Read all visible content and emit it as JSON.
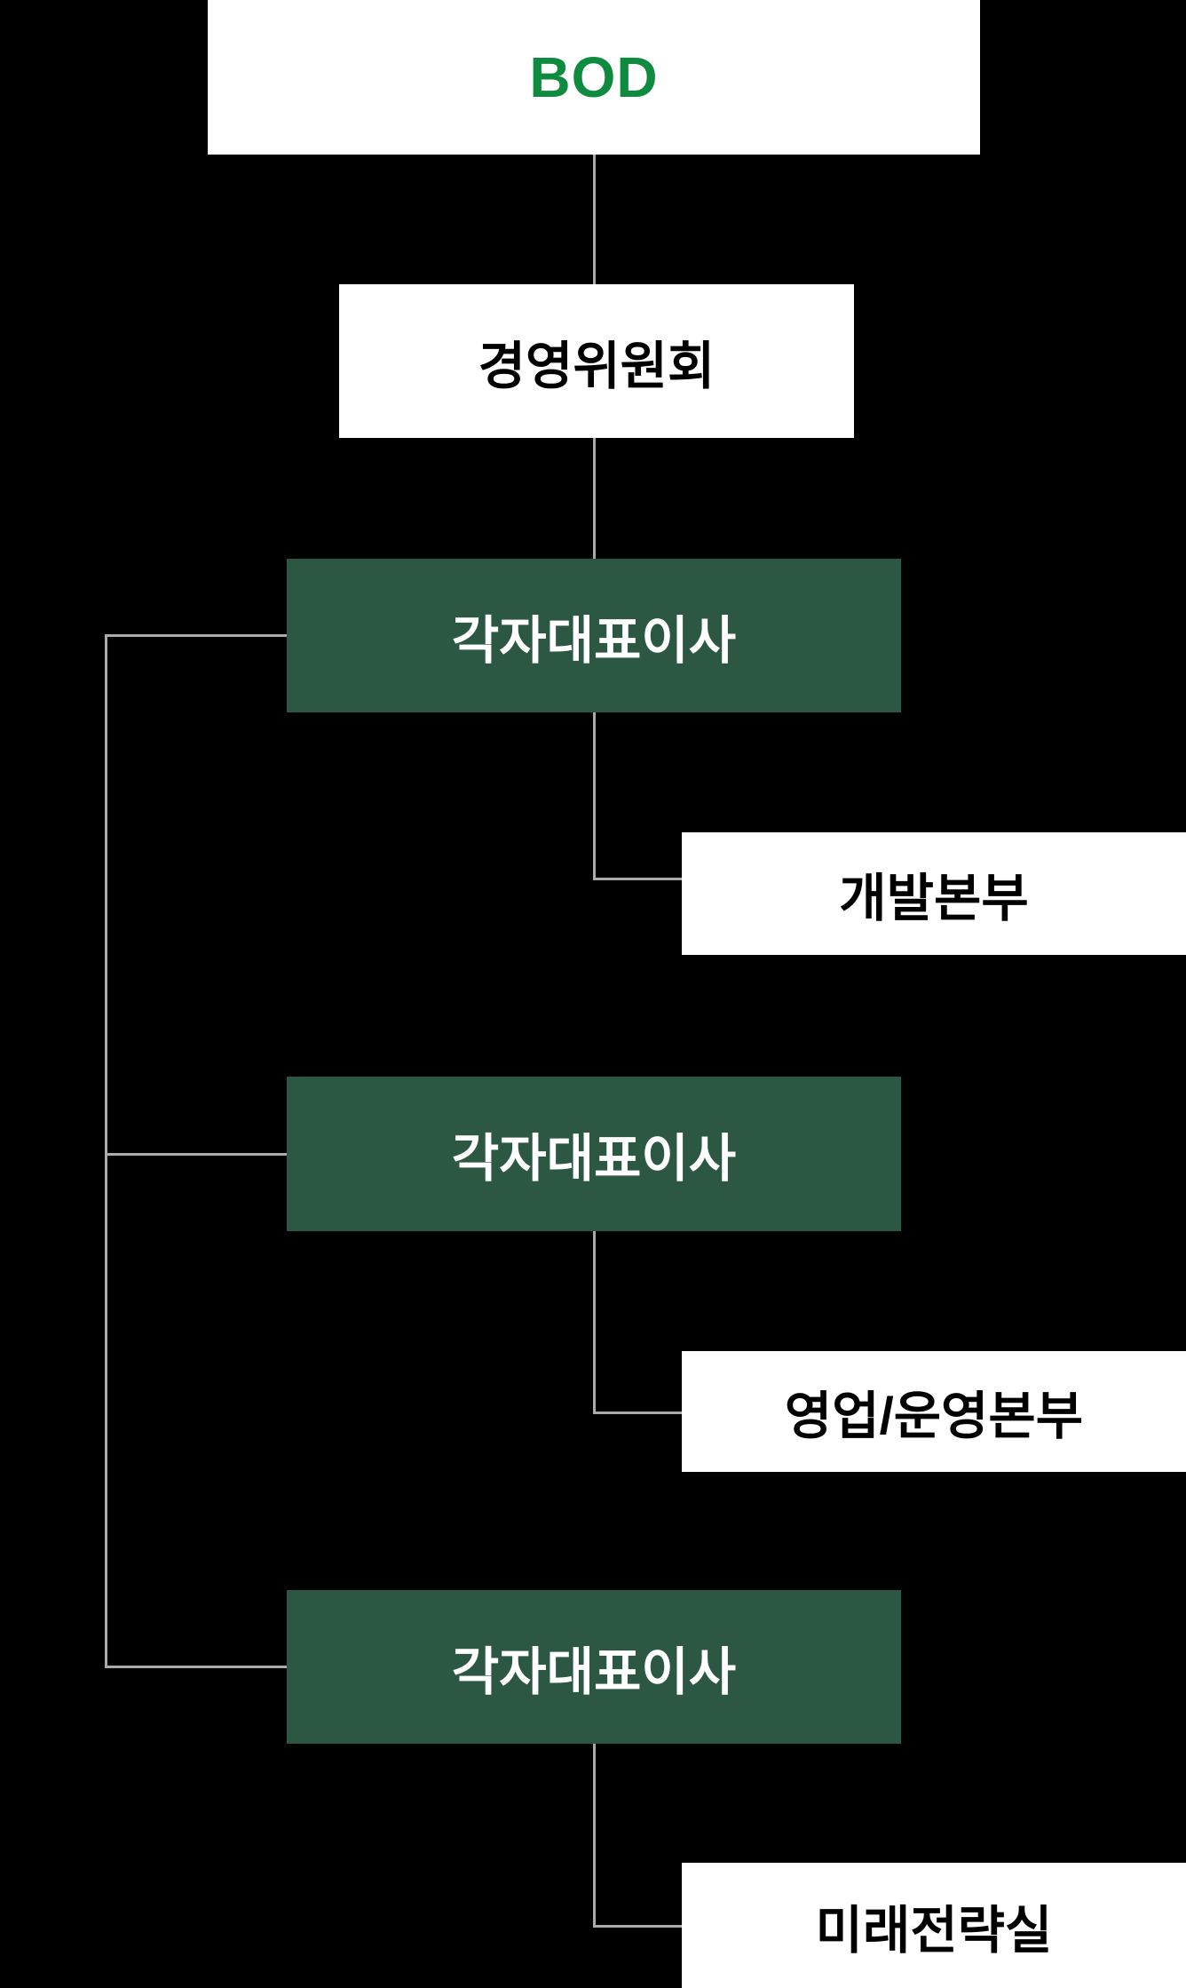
{
  "diagram": {
    "type": "org-chart",
    "nodes": {
      "bod": {
        "label": "BOD"
      },
      "management_committee": {
        "label": "경영위원회"
      },
      "co_ceo_1": {
        "label": "각자대표이사"
      },
      "co_ceo_2": {
        "label": "각자대표이사"
      },
      "co_ceo_3": {
        "label": "각자대표이사"
      },
      "development_division": {
        "label": "개발본부"
      },
      "sales_operations_division": {
        "label": "영업/운영본부"
      },
      "future_strategy_office": {
        "label": "미래전략실"
      }
    },
    "colors": {
      "background": "#000000",
      "box_white": "#FFFFFF",
      "box_green": "#2B5743",
      "text_dark": "#000000",
      "text_white": "#FFFFFF",
      "bod_text_green": "#0F8B3F",
      "connector_gray": "#ABABAB"
    }
  }
}
